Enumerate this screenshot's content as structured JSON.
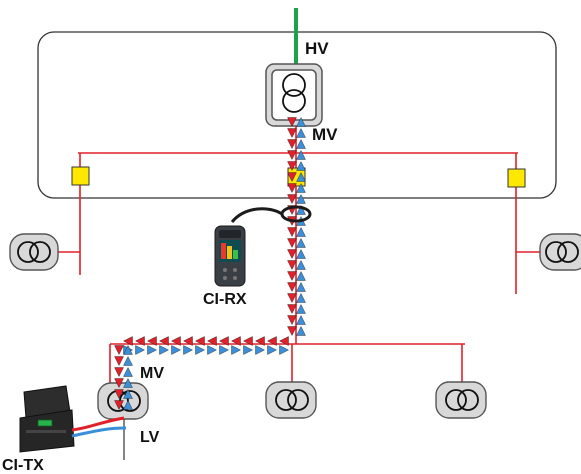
{
  "labels": {
    "hv": "HV",
    "mv_top": "MV",
    "mv_bottom": "MV",
    "lv": "LV",
    "receiver": "CI-RX",
    "transmitter": "CI-TX"
  },
  "colors": {
    "background": "#ffffff",
    "substation_outline": "#333333",
    "hv_feed": "#1aa34a",
    "network_line": "#e0202a",
    "junction_box": "#ffe800",
    "signal_return": "#e0202a",
    "signal_forward": "#3a8fd8",
    "cable_red": "#e0202a",
    "cable_blue": "#3a8fd8",
    "transformer_fill": "#d8d8d8",
    "instrument_case": "#2d2d2d",
    "receiver_body": "#3a3f45"
  },
  "icons": {
    "main_transformer": "transformer-icon",
    "distribution_transformers": "transformer-icon",
    "receiver": "clamp-meter-icon",
    "transmitter": "signal-generator-case-icon"
  }
}
